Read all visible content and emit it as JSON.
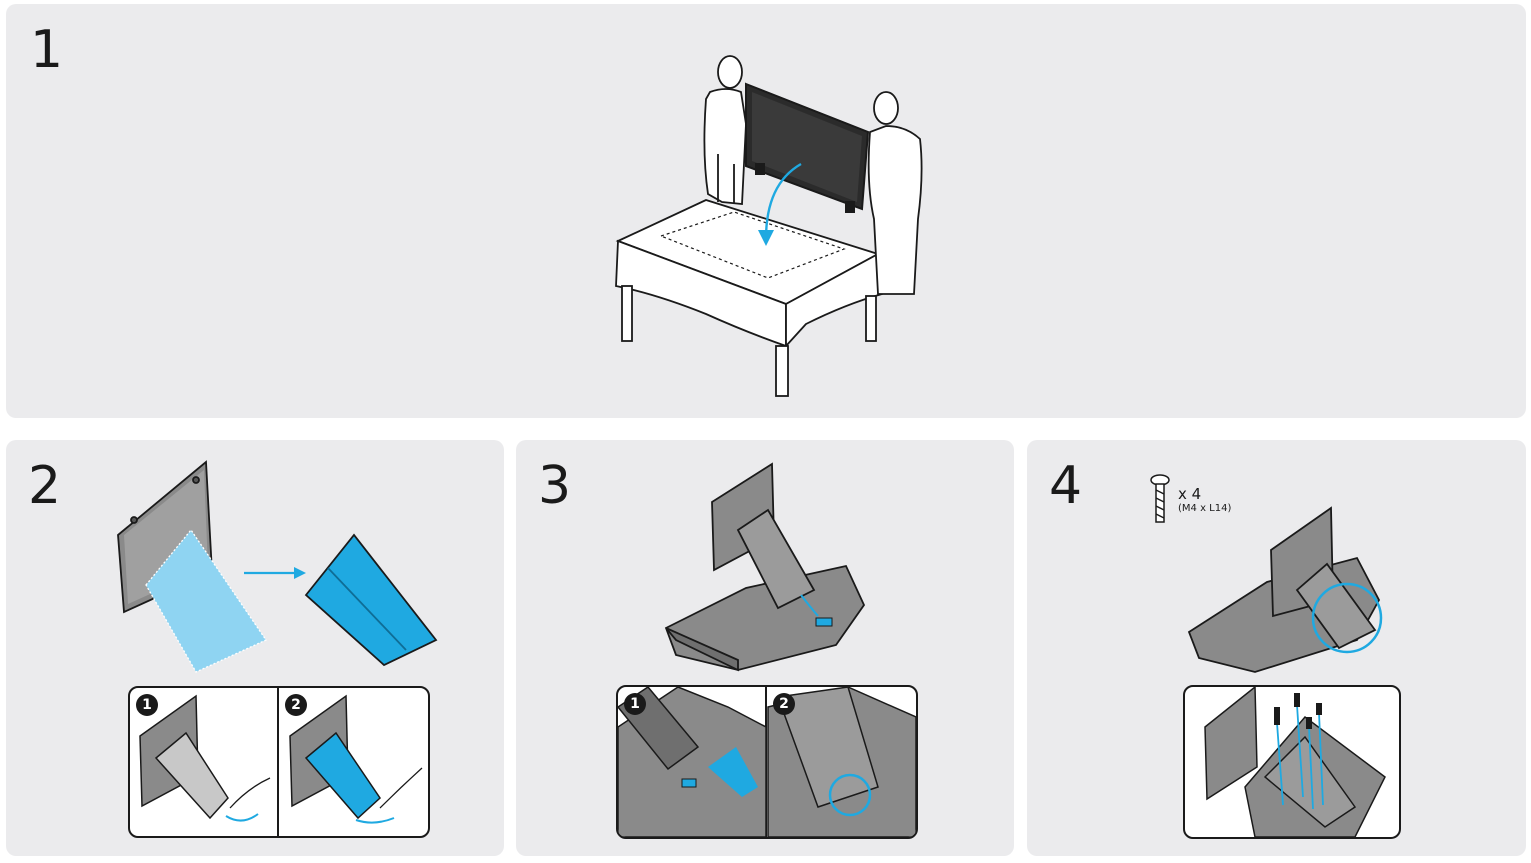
{
  "steps": [
    {
      "number": "1"
    },
    {
      "number": "2",
      "sub": [
        "1",
        "2"
      ]
    },
    {
      "number": "3",
      "sub": [
        "1",
        "2"
      ]
    },
    {
      "number": "4"
    }
  ],
  "screws": {
    "count": "x 4",
    "spec": "(M4 x L14)"
  },
  "colors": {
    "panel_bg": "#ebebed",
    "accent_blue": "#1fa9e1",
    "light_blue": "#8fd4f2",
    "stand_gray": "#8a8a8a",
    "line_dark": "#1a1a1a"
  },
  "icons": {
    "screw": "screw-icon",
    "arrow": "arrow-icon"
  }
}
